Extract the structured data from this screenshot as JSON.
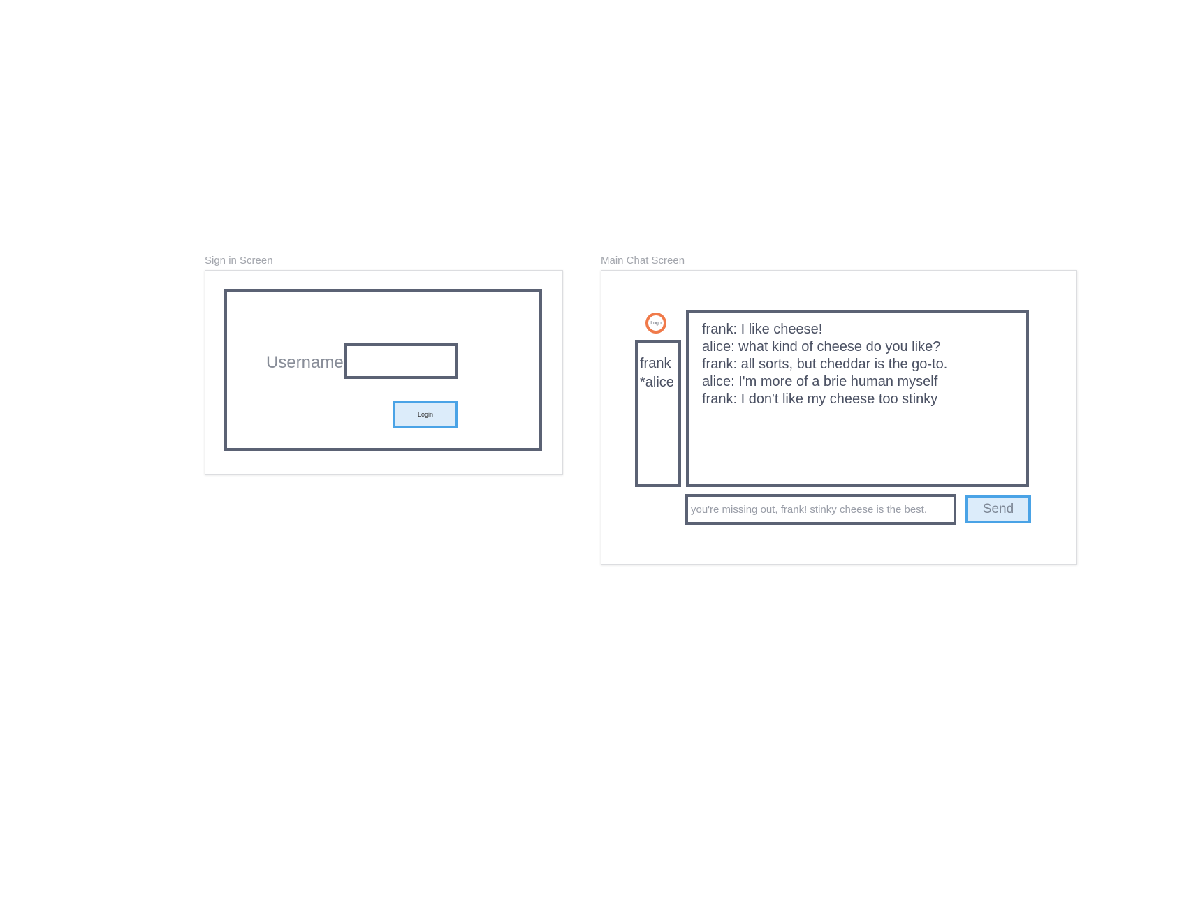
{
  "sign_in_screen": {
    "title": "Sign in Screen",
    "username_label": "Username",
    "username_value": "",
    "login_label": "Login"
  },
  "main_chat_screen": {
    "title": "Main Chat Screen",
    "logo_label": "Logo",
    "users": [
      "frank",
      "*alice"
    ],
    "messages": [
      "frank: I like cheese!",
      "alice: what kind of cheese do you like?",
      "frank: all sorts, but cheddar is the go-to.",
      "alice: I'm more of a brie human myself",
      "frank: I don't like my cheese too stinky"
    ],
    "message_input_value": "you're missing out, frank! stinky cheese is the best.",
    "send_label": "Send"
  },
  "colors": {
    "wire_border": "#5b6274",
    "button_border": "#4aa3e6",
    "button_fill": "#dcecfa",
    "logo_ring": "#f07a4a"
  }
}
